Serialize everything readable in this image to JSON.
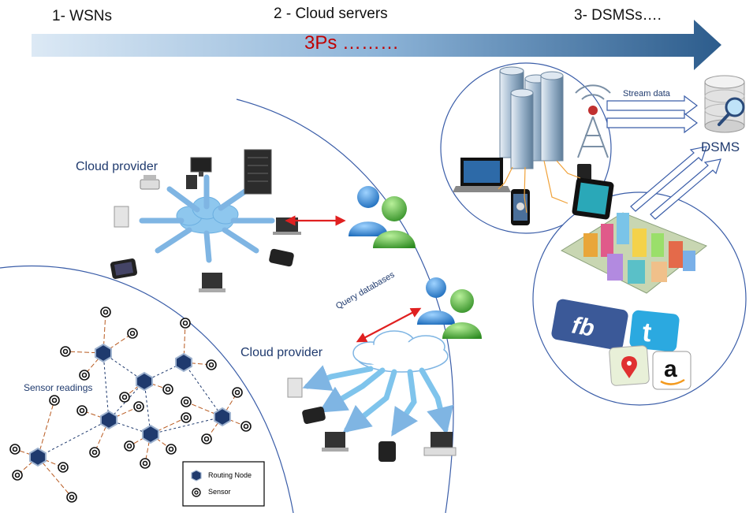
{
  "timeline": {
    "label_1": "1- WSNs",
    "label_2": "2 - Cloud servers",
    "label_3": "3- DSMSs….",
    "center_label": "3Ps ………"
  },
  "cloud_panel_top": {
    "title": "Cloud provider"
  },
  "cloud_panel_bottom": {
    "title": "Cloud provider",
    "query_label": "Query databases"
  },
  "wsn_panel": {
    "readings_label": "Sensor readings",
    "legend": {
      "routing_node": "Routing Node",
      "sensor": "Sensor"
    }
  },
  "dsms_panel": {
    "stream_label": "Stream data",
    "dsms_label": "DSMS",
    "logos": [
      "fb",
      "a"
    ]
  },
  "colors": {
    "arrow_start": "#d6e6f4",
    "arrow_end": "#2f5f8f",
    "center_text": "#c00000",
    "cloud_blue": "#8ec7ee",
    "circle_stroke": "#3a5da8",
    "user_blue": "#2b8ed8",
    "user_green": "#3aa63a",
    "red_arrow": "#e02020"
  }
}
